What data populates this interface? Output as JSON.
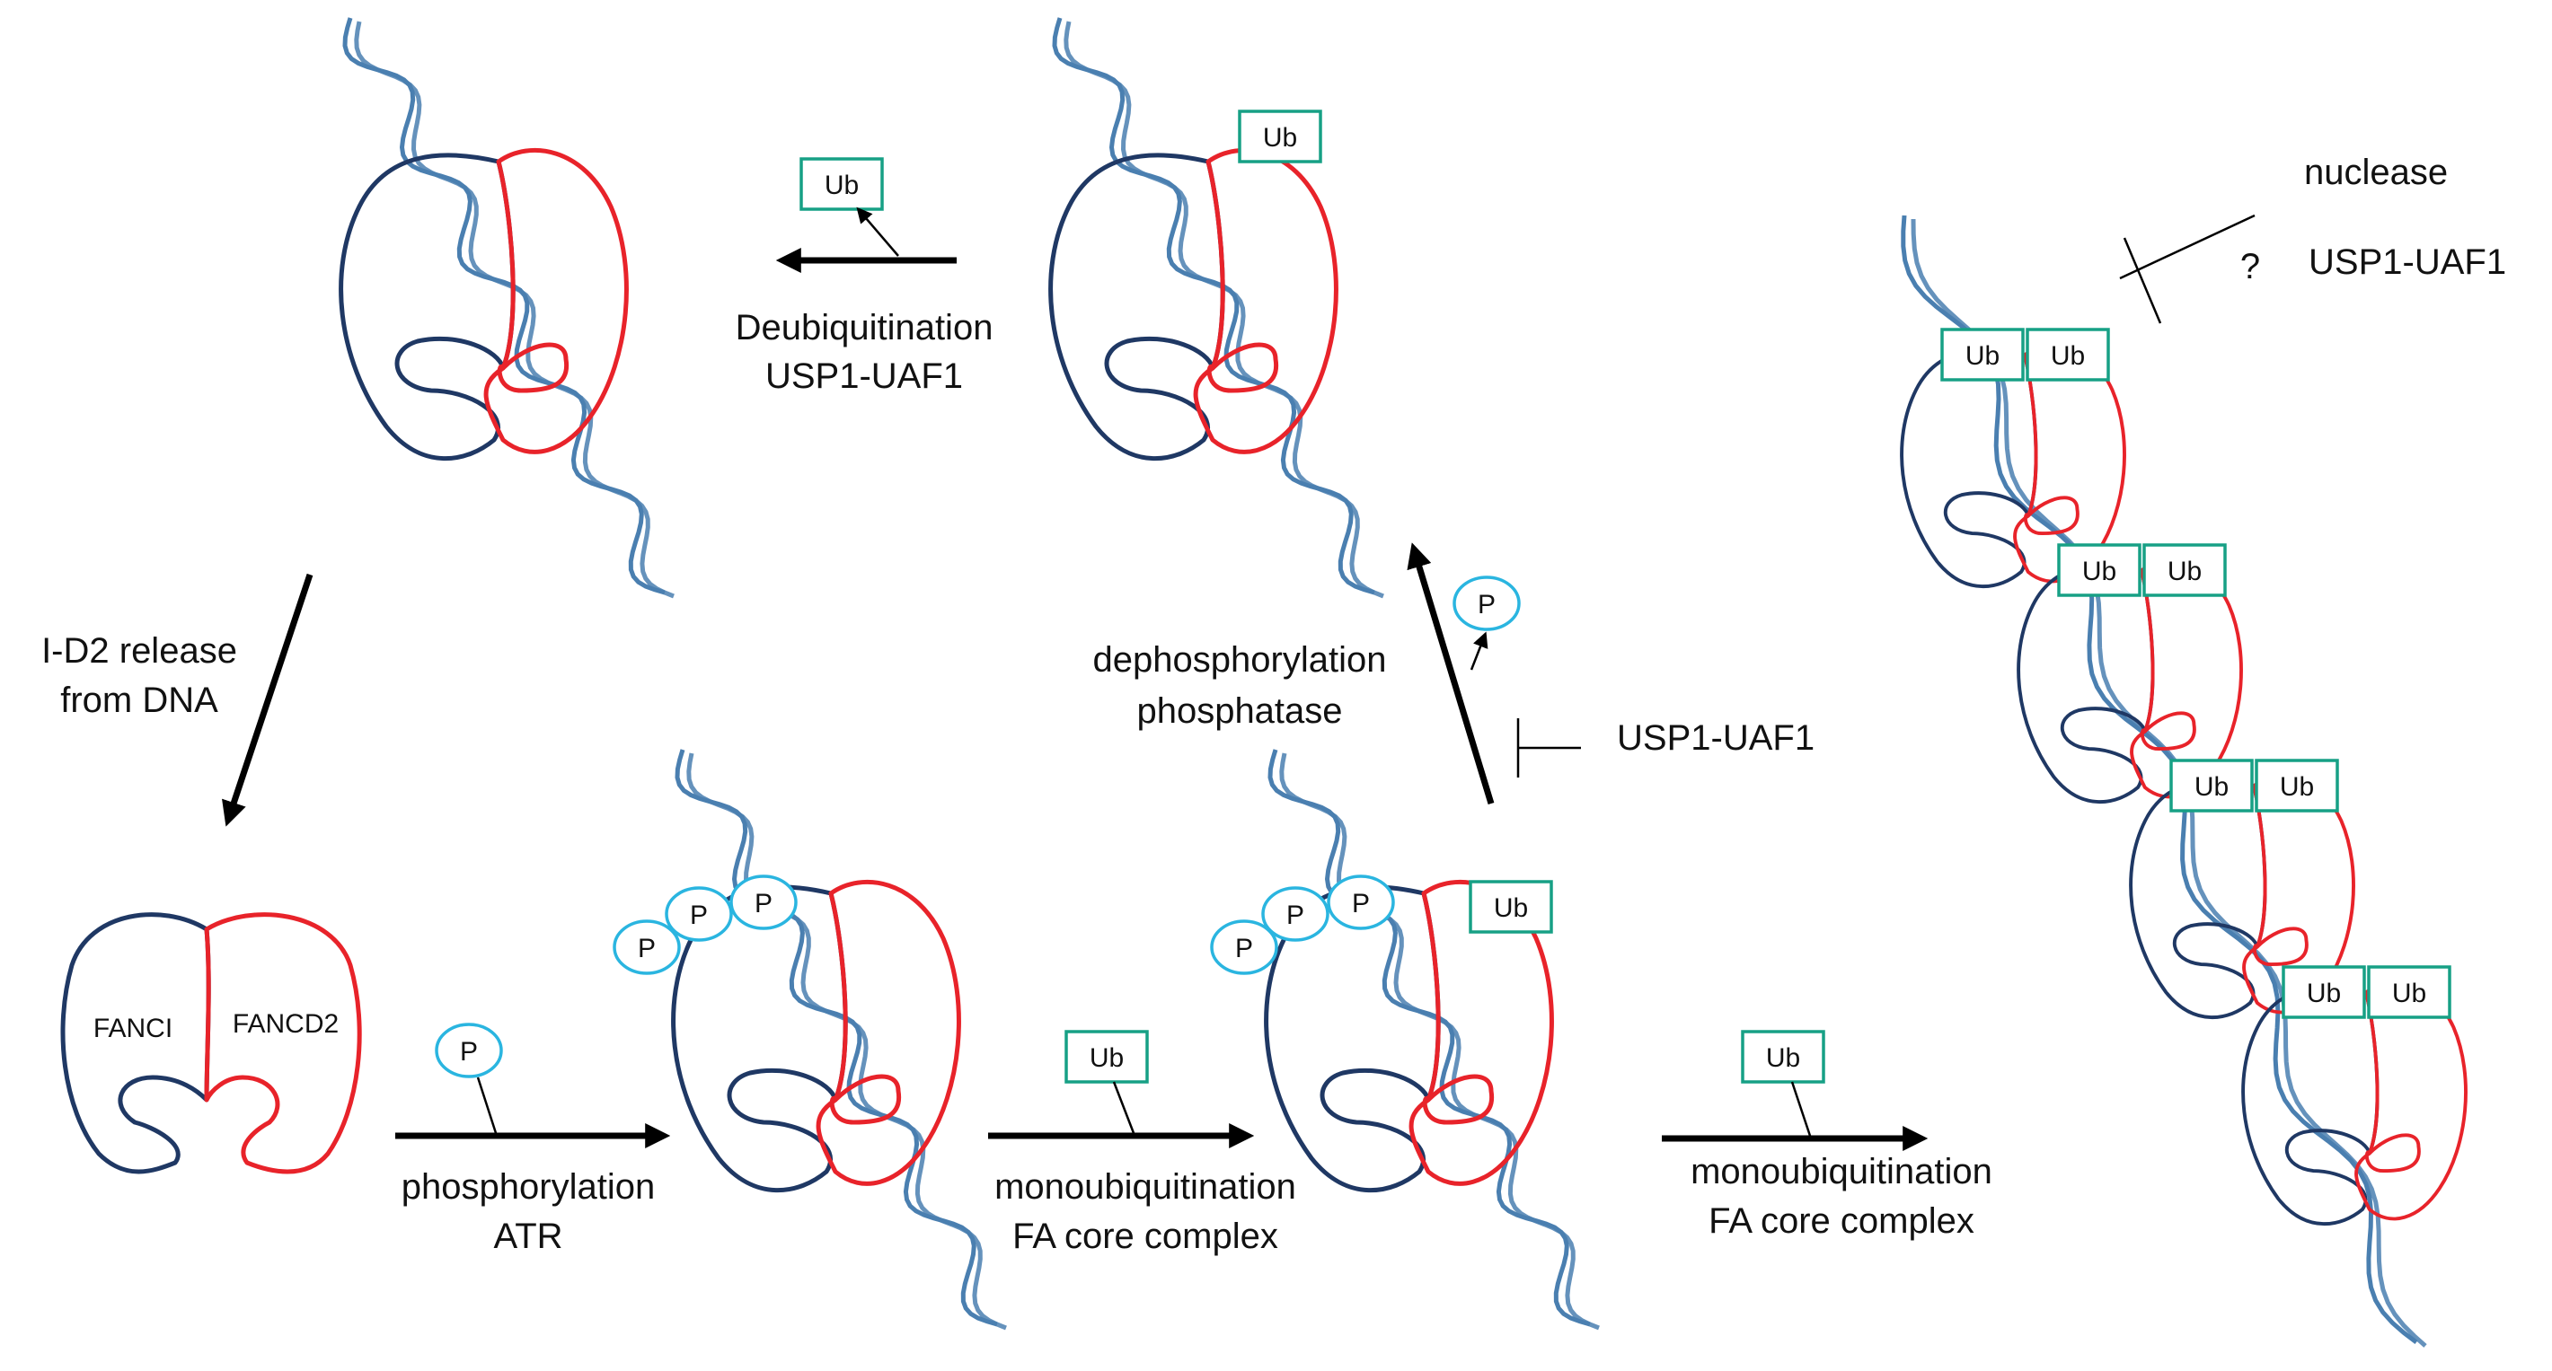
{
  "colors": {
    "fanci": "#1f3864",
    "fancd2": "#e8232a",
    "dna": "#4a7fb0",
    "ub_box": "#17a085",
    "phospho": "#2ab5e0",
    "arrow": "#000000"
  },
  "protein_labels": {
    "fanci": "FANCI",
    "fancd2": "FANCD2"
  },
  "tags": {
    "ub": "Ub",
    "p": "P"
  },
  "steps": {
    "release_1": "I-D2 release",
    "release_2": "from DNA",
    "phos_1": "phosphorylation",
    "phos_2": "ATR",
    "mono1_1": "monoubiquitination",
    "mono1_2": "FA  core complex",
    "mono2_1": "monoubiquitination",
    "mono2_2": "FA  core complex",
    "dephos_1": "dephosphorylation",
    "dephos_2": "phosphatase",
    "usp1_inhib": "USP1-UAF1",
    "deub_1": "Deubiquitination",
    "deub_2": "USP1-UAF1",
    "nuclease": "nuclease",
    "question": "?",
    "usp1_right": "USP1-UAF1"
  }
}
